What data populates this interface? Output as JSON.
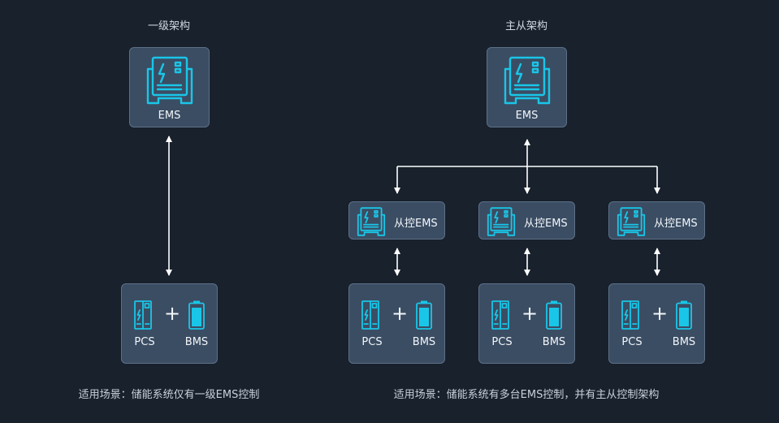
{
  "colors": {
    "background": "#18212c",
    "card": "#3b4d63",
    "card_border": "#5d7088",
    "icon": "#19c6e8",
    "arrow": "#ffffff"
  },
  "left_panel": {
    "title": "一级架构",
    "ems_label": "EMS",
    "pcs_label": "PCS",
    "plus": "+",
    "bms_label": "BMS",
    "caption": "适用场景：储能系统仅有一级EMS控制"
  },
  "right_panel": {
    "title": "主从架构",
    "master_label": "EMS",
    "slaves": [
      {
        "label": "从控EMS",
        "pcs_label": "PCS",
        "plus": "+",
        "bms_label": "BMS"
      },
      {
        "label": "从控EMS",
        "pcs_label": "PCS",
        "plus": "+",
        "bms_label": "BMS"
      },
      {
        "label": "从控EMS",
        "pcs_label": "PCS",
        "plus": "+",
        "bms_label": "BMS"
      }
    ],
    "caption": "适用场景：储能系统有多台EMS控制，并有主从控制架构"
  }
}
